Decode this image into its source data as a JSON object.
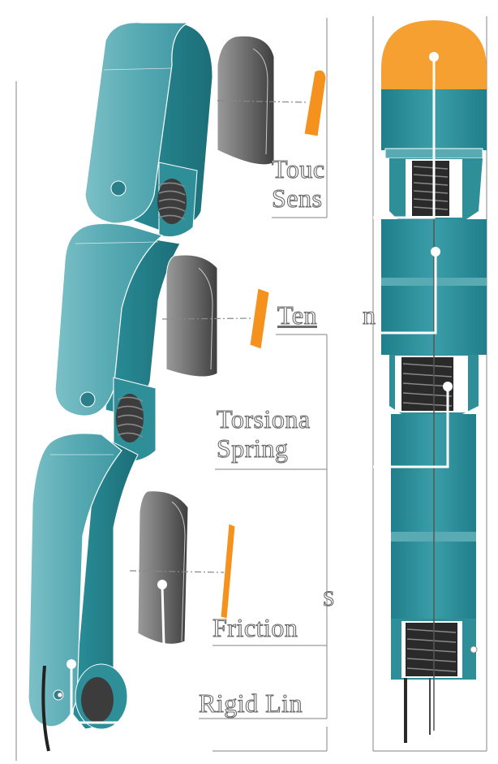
{
  "labels": {
    "touch_sensor_line1": "Touc",
    "touch_sensor_line2": "Sens",
    "tendon": "Ten",
    "tendon_tail": "n",
    "torsional_spring_line1": "Torsiona",
    "torsional_spring_line2": "Spring",
    "friction_pad_line1": "S",
    "friction_pad_line2": "Friction",
    "rigid_link": "Rigid Lin"
  },
  "colors": {
    "link": "#2a8f9a",
    "link_light": "#6bb4bc",
    "link_dark": "#1d6f78",
    "pad": "#5c5c5c",
    "pad_light": "#8a8a8a",
    "sensor": "#f5921e",
    "spring": "#222222",
    "guide_line": "#8c8c8c"
  }
}
